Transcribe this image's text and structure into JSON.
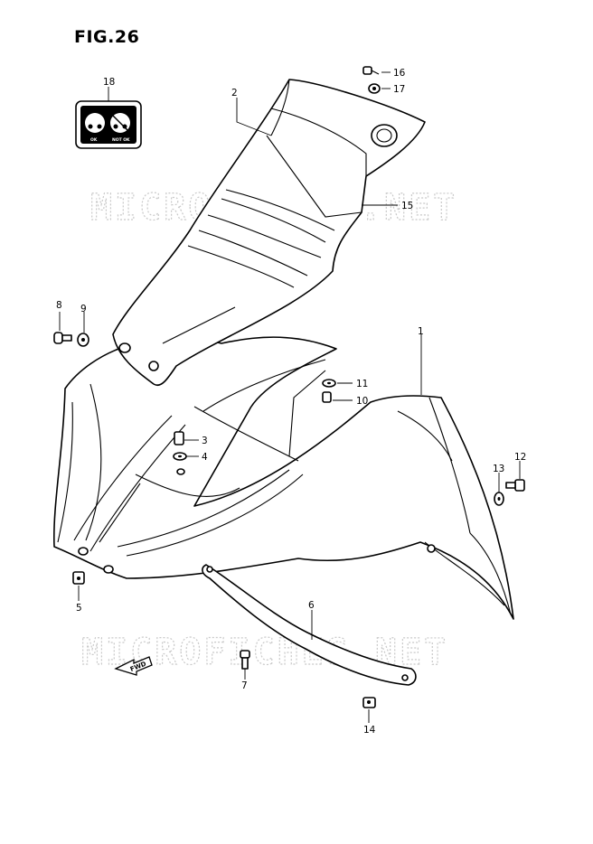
{
  "figure": {
    "title": "FIG.26"
  },
  "watermark": {
    "text": "MICROFICHES.NET"
  },
  "label_decal": {
    "ok_text": "OK",
    "not_ok_text": "NOT OK"
  },
  "fwd_arrow": {
    "text": "FWD"
  },
  "callouts": [
    "1",
    "2",
    "3",
    "4",
    "5",
    "6",
    "7",
    "8",
    "9",
    "10",
    "11",
    "12",
    "13",
    "14",
    "15",
    "16",
    "17",
    "18"
  ]
}
